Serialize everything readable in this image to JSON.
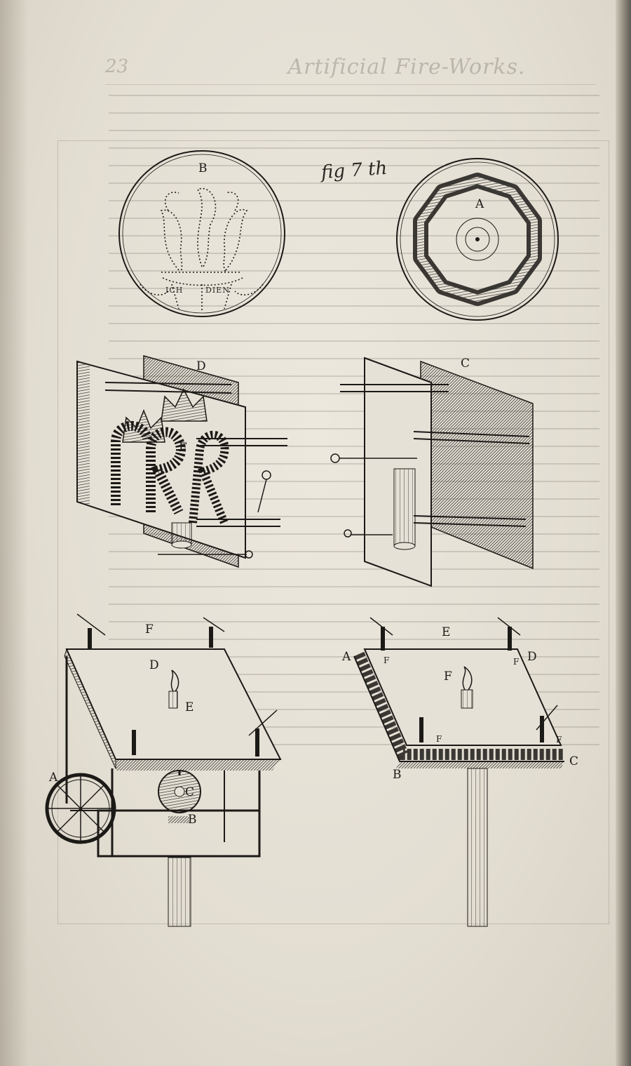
{
  "page": {
    "header": "Artificial Fire-Works.",
    "page_number": "23",
    "handwritten_note": "fig 7 th"
  },
  "plate": {
    "figure_labels": {
      "B": "B",
      "A_disc": "A",
      "D_board": "D",
      "C_board": "C",
      "F_board": "F",
      "F_left_top": "F",
      "D_left_table": "D",
      "E_left_table": "E",
      "A_wheel": "A",
      "C_gear": "C",
      "B_gear": "B",
      "E_right_top": "E",
      "A_right": "A",
      "F_right_1": "F",
      "F_right_2": "F",
      "D_right": "D",
      "F_right_center": "F",
      "F_right_3": "F",
      "F_right_4": "F",
      "B_right": "B",
      "C_right": "C"
    },
    "motto": [
      "ICH",
      "DIEN"
    ]
  },
  "colors": {
    "paper": "#e6e1d6",
    "ink": "#1c1a17",
    "bleed_through": "#9a958b"
  }
}
